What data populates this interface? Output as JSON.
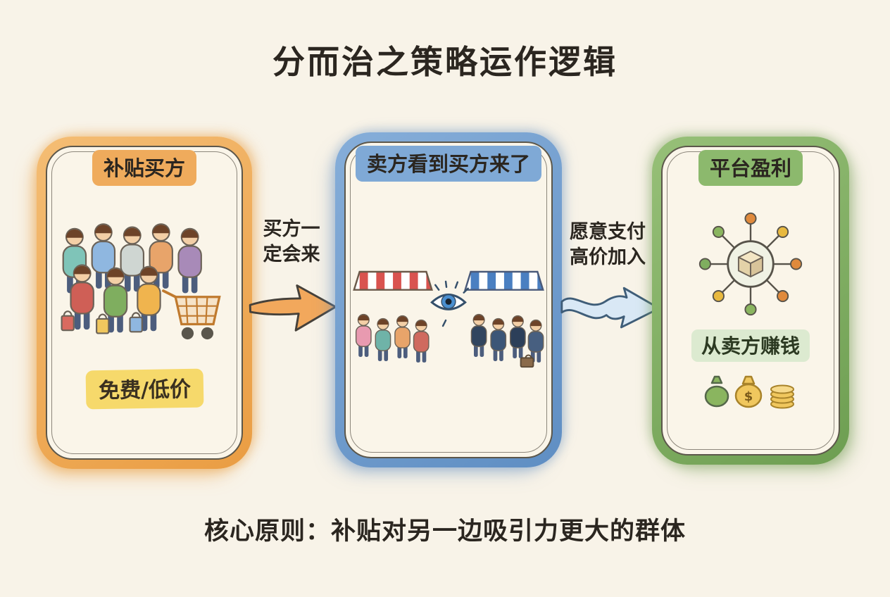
{
  "title": "分而治之策略运作逻辑",
  "panels": {
    "buyers": {
      "title": "补贴买方",
      "caption": "免费/低价"
    },
    "sellers": {
      "title": "卖方看到买方来了"
    },
    "platform": {
      "title": "平台盈利",
      "caption": "从卖方赚钱"
    }
  },
  "arrows": {
    "buyers_to_sellers": {
      "label": "买方一定会来"
    },
    "sellers_to_platform": {
      "label": "愿意支付高价加入"
    }
  },
  "footer": "核心原则：补贴对另一边吸引力更大的群体",
  "colors": {
    "background": "#f8f3e8",
    "buyers_accent": "#ea9d43",
    "sellers_accent": "#5f8ec3",
    "platform_accent": "#6d9e51",
    "highlight": "#f6d96b",
    "ink": "#2b2620"
  },
  "icons": {
    "money_symbol": "$",
    "names": [
      "shoppers-illustration",
      "shopping-cart-icon",
      "market-stalls-illustration",
      "eye-icon",
      "network-hub-icon",
      "package-box-icon",
      "money-bags-icon",
      "coin-stack-icon",
      "arrow-buyers-to-sellers-icon",
      "arrow-sellers-to-platform-icon"
    ]
  }
}
